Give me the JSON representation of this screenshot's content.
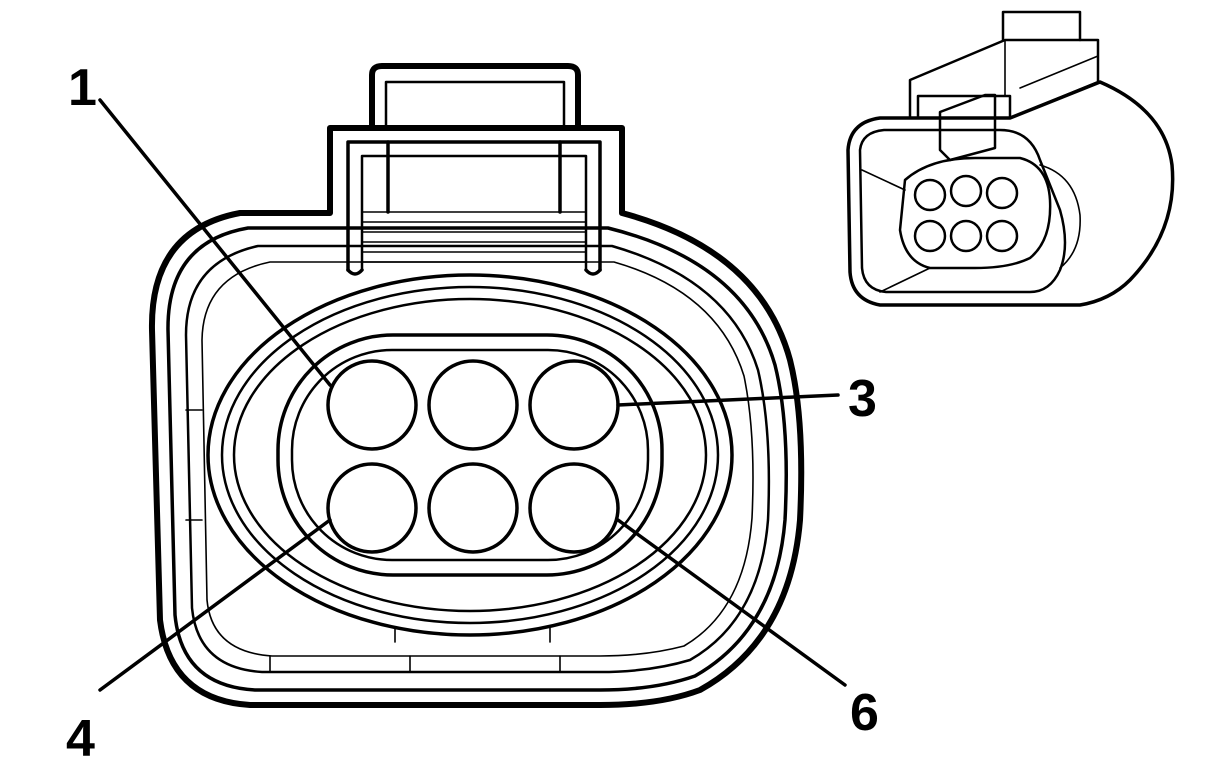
{
  "callouts": {
    "pin_1": "1",
    "pin_3": "3",
    "pin_4": "4",
    "pin_6": "6"
  },
  "connector": {
    "cavity_count": 6,
    "icons": [
      "connector-face-view",
      "connector-isometric-view"
    ]
  }
}
